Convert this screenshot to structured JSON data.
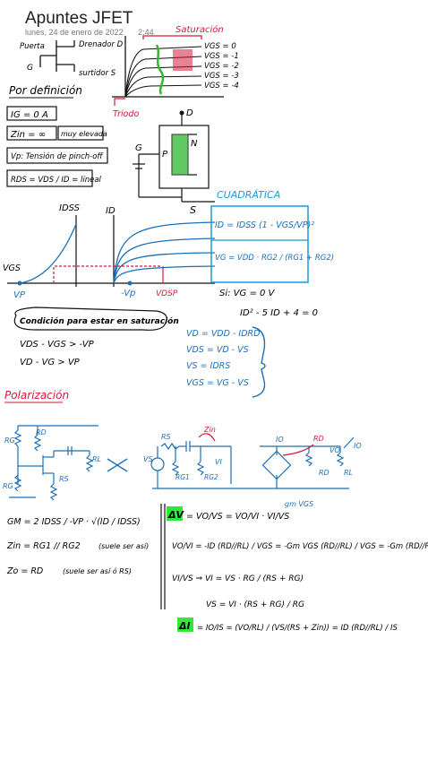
{
  "page": {
    "title": "Apuntes JFET",
    "date": "lunes, 24 de enero de 2022",
    "time": "2:44"
  },
  "symbol": {
    "puerta": "Puerta",
    "drenador": "Drenador D",
    "g": "G",
    "surtidor": "surtidor S"
  },
  "curves": {
    "saturacion": "Saturación",
    "triodo": "Triodo",
    "vgs_labels": [
      "VGS = 0",
      "VGS = -1",
      "VGS = -2",
      "VGS = -3",
      "VGS = -4"
    ]
  },
  "definicion": {
    "heading": "Por definición",
    "ig": "IG = 0 A",
    "zin": "Zin = ∞",
    "zin_note": "muy elevada",
    "vp": "Vp: Tensión de pinch-off",
    "rds": "RDS = VDS / ID = lineal"
  },
  "structure": {
    "d": "D",
    "g": "G",
    "n": "N",
    "p": "P",
    "s": "S"
  },
  "transfer": {
    "idss": "IDSS",
    "id": "ID",
    "vgs": "VGS",
    "vp": "VP",
    "neg_vp": "-Vp",
    "vdsp": "VDSP"
  },
  "cuadratica": {
    "heading": "CUADRÁTICA",
    "eq1": "ID = IDSS (1 - VGS/VP)²",
    "eq2": "VG = VDD · RG2 / (RG1 + RG2)"
  },
  "si": {
    "line1": "Si: VG = 0 V",
    "line2": "ID² - 5 ID + 4 = 0"
  },
  "saturacion": {
    "heading": "Condición para estar en saturación",
    "c1": "VDS - VGS > -VP",
    "c2": "VD - VG > VP"
  },
  "malla": {
    "e1": "VD = VDD - IDRD",
    "e2": "VDS = VD - VS",
    "e3": "VS = IDRS",
    "e4": "VGS = VG - VS"
  },
  "polarizacion": {
    "heading": "Polarización"
  },
  "circuit": {
    "rs": "RS",
    "rd": "RD",
    "rl": "RL",
    "rg": "RG",
    "rg1": "RG1",
    "rg2": "RG2",
    "vs": "VS",
    "vi": "VI",
    "zin": "Zin",
    "io": "IO",
    "vo": "VO",
    "rd_red": "RD",
    "gmvgs": "gm VGS"
  },
  "formulas": {
    "gm": "GM = 2 IDSS / -VP · √(ID / IDSS)",
    "zin": "Zin = RG1 // RG2",
    "zin_note": "(suele ser así)",
    "zo": "Zo = RD",
    "zo_note": "(suele ser así ó RS)"
  },
  "gain": {
    "av_label": "ΔV",
    "av_eq": "= VO/VS = VO/VI · VI/VS",
    "vo_vi": "VO/VI = -ID (RD//RL) / VGS = -Gm VGS (RD//RL) / VGS = -Gm (RD//RL)",
    "vi_vs": "VI/VS ⇒ VI = VS · RG / (RS + RG)",
    "vs_eq": "VS = VI · (RS + RG) / RG",
    "ai_label": "ΔI",
    "ai_eq": "= IO/IS = (VO/RL) / (VS/(RS + Zin)) = ID (RD//RL) / IS"
  }
}
